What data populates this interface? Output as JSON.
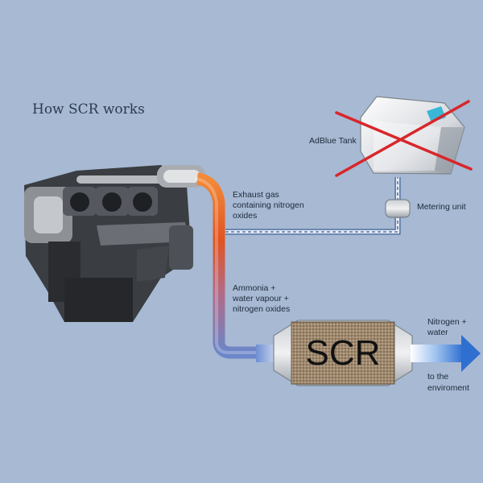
{
  "title": "How SCR works",
  "labels": {
    "adblue_tank": "AdBlue Tank",
    "metering_unit": "Metering unit",
    "exhaust_gas": [
      "Exhaust gas",
      "containing nitrogen",
      "oxides"
    ],
    "ammonia_mix": [
      "Ammonia +",
      "water vapour +",
      "nitrogen oxides"
    ],
    "nitrogen_water": [
      "Nitrogen +",
      "water"
    ],
    "to_environment": [
      "to the",
      "enviroment"
    ]
  },
  "scr_label": "SCR",
  "colors": {
    "background": "#a7b9d3",
    "pipe_hot": "#e2541f",
    "pipe_cool": "#3d78c9",
    "cross": "#d8262a",
    "catalyst": "#8e7a63"
  },
  "icons": {
    "engine": "engine-icon",
    "tank": "tank-icon",
    "cross": "cross-icon",
    "arrow": "arrow-right-icon"
  }
}
